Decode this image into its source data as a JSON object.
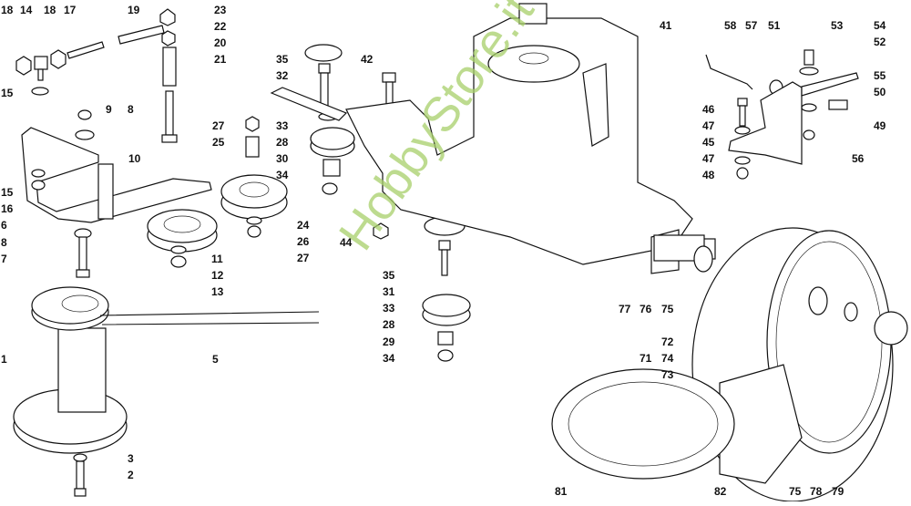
{
  "diagram": {
    "type": "exploded-parts-diagram",
    "subject": "Transmission / belt drive assembly with wheel",
    "watermark": "HobbyStore.it",
    "callouts": [
      {
        "id": "18a",
        "text": "18"
      },
      {
        "id": "14",
        "text": "14"
      },
      {
        "id": "18b",
        "text": "18"
      },
      {
        "id": "17",
        "text": "17"
      },
      {
        "id": "19",
        "text": "19"
      },
      {
        "id": "23",
        "text": "23"
      },
      {
        "id": "22",
        "text": "22"
      },
      {
        "id": "20",
        "text": "20"
      },
      {
        "id": "21",
        "text": "21"
      },
      {
        "id": "15a",
        "text": "15"
      },
      {
        "id": "9",
        "text": "9"
      },
      {
        "id": "8a",
        "text": "8"
      },
      {
        "id": "10",
        "text": "10"
      },
      {
        "id": "15b",
        "text": "15"
      },
      {
        "id": "16",
        "text": "16"
      },
      {
        "id": "6",
        "text": "6"
      },
      {
        "id": "8b",
        "text": "8"
      },
      {
        "id": "7",
        "text": "7"
      },
      {
        "id": "11",
        "text": "11"
      },
      {
        "id": "12",
        "text": "12"
      },
      {
        "id": "13",
        "text": "13"
      },
      {
        "id": "1",
        "text": "1"
      },
      {
        "id": "5",
        "text": "5"
      },
      {
        "id": "3",
        "text": "3"
      },
      {
        "id": "2",
        "text": "2"
      },
      {
        "id": "27a",
        "text": "27"
      },
      {
        "id": "25",
        "text": "25"
      },
      {
        "id": "24",
        "text": "24"
      },
      {
        "id": "26",
        "text": "26"
      },
      {
        "id": "27b",
        "text": "27"
      },
      {
        "id": "35a",
        "text": "35"
      },
      {
        "id": "32",
        "text": "32"
      },
      {
        "id": "33a",
        "text": "33"
      },
      {
        "id": "28a",
        "text": "28"
      },
      {
        "id": "30",
        "text": "30"
      },
      {
        "id": "34a",
        "text": "34"
      },
      {
        "id": "42",
        "text": "42"
      },
      {
        "id": "44",
        "text": "44"
      },
      {
        "id": "35b",
        "text": "35"
      },
      {
        "id": "31",
        "text": "31"
      },
      {
        "id": "33b",
        "text": "33"
      },
      {
        "id": "28b",
        "text": "28"
      },
      {
        "id": "29",
        "text": "29"
      },
      {
        "id": "34b",
        "text": "34"
      },
      {
        "id": "41",
        "text": "41"
      },
      {
        "id": "58",
        "text": "58"
      },
      {
        "id": "57",
        "text": "57"
      },
      {
        "id": "51",
        "text": "51"
      },
      {
        "id": "53",
        "text": "53"
      },
      {
        "id": "54",
        "text": "54"
      },
      {
        "id": "52",
        "text": "52"
      },
      {
        "id": "55",
        "text": "55"
      },
      {
        "id": "50",
        "text": "50"
      },
      {
        "id": "46",
        "text": "46"
      },
      {
        "id": "47a",
        "text": "47"
      },
      {
        "id": "45",
        "text": "45"
      },
      {
        "id": "49",
        "text": "49"
      },
      {
        "id": "47b",
        "text": "47"
      },
      {
        "id": "56",
        "text": "56"
      },
      {
        "id": "48",
        "text": "48"
      },
      {
        "id": "77",
        "text": "77"
      },
      {
        "id": "76",
        "text": "76"
      },
      {
        "id": "75a",
        "text": "75"
      },
      {
        "id": "72",
        "text": "72"
      },
      {
        "id": "71",
        "text": "71"
      },
      {
        "id": "74",
        "text": "74"
      },
      {
        "id": "73",
        "text": "73"
      },
      {
        "id": "81",
        "text": "81"
      },
      {
        "id": "82",
        "text": "82"
      },
      {
        "id": "75b",
        "text": "75"
      },
      {
        "id": "78",
        "text": "78"
      },
      {
        "id": "79",
        "text": "79"
      }
    ]
  }
}
